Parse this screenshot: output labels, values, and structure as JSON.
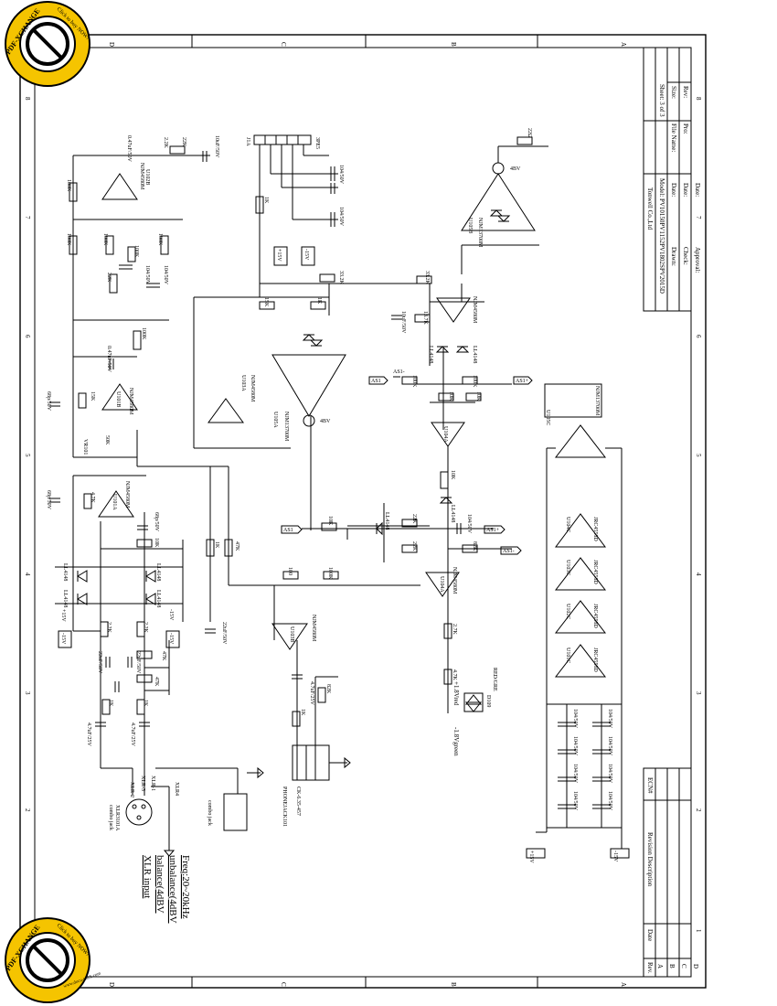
{
  "title_block": {
    "company": "Tonwell Co.,Ltd",
    "model": "Model: PV10150PV1152PV1802SPV2015D",
    "sheet": "Sheet: 3 of 3",
    "file_name": "File Name:",
    "drawn": "Drawn:",
    "checked": "Check:",
    "approval": "Approval:",
    "date1": "Date:",
    "date2": "Date:",
    "date3": "Date:",
    "pro": "Pro:",
    "size": "Size:",
    "rev": "Rev:"
  },
  "revision_table": {
    "rev": "Rev.",
    "date": "Date",
    "desc": "Revision Description",
    "ecn": "ECN#",
    "rows": [
      "A",
      "B",
      "C",
      "D"
    ]
  },
  "grid": {
    "letters": [
      "D",
      "C",
      "B",
      "A"
    ],
    "numbers": [
      "1",
      "2",
      "3",
      "4",
      "5",
      "6",
      "7",
      "8"
    ]
  },
  "input_note": {
    "line1": "XLR input",
    "line2": "balance(4dBV",
    "line3": "unbalance(4dBV",
    "line4": "Freq:20~20kHz"
  },
  "watermark": {
    "text1": "PDF-XCHANGE",
    "text2": "Click to buy NOW!",
    "text3": "www.docu-track.com"
  },
  "labels": {
    "xlr_jack": "combo jack",
    "xlr_part": "XLR3101A",
    "xlr1": "XLR-2",
    "xlr2": "XLR-3",
    "xlr3": "XLR-1",
    "xlr4": "XLR4",
    "phonejack": "PHONEJACK101",
    "phone2": "CK-6.35-457",
    "u101a": "U101A",
    "u101b": "U101B",
    "u102a": "U102A",
    "u102b": "U102B",
    "u103a": "U103A",
    "u103b": "U103B",
    "u104a": "U104A",
    "u104b": "U104B",
    "u105a": "U105A",
    "u105b": "U105B",
    "u105c": "U105C",
    "u101c": "U101C",
    "u102c": "U102C",
    "u103c": "U103C",
    "u104c": "U104C",
    "njm": "NJM4580M",
    "njm13700": "NJM13700M",
    "jrc": "JRC4558D",
    "j1a": "J1A",
    "j1a_part": "3PE5",
    "as1": "AS1",
    "as1b": "AS1+",
    "as1c": "AS1-",
    "p15v": "+15V",
    "m15v": "-15V",
    "led_g": "-1.8Vgreen",
    "led_r": "+1.8Vred",
    "d109": "D109",
    "d109_part": "RED/GRE",
    "vr101": "VR101",
    "vr101_val": "50K",
    "ln4148": "LL4148",
    "vbias": "4BV",
    "c_val1": "0.47uF/50V",
    "c_val2": "10uF/50V",
    "c_val3": "104/50V",
    "c_val4": "22uF/50V",
    "c_val5": "4.7uF/25V",
    "c_val6": "68p/50V",
    "r_val1": "100K",
    "r_val2": "2.2K",
    "r_val3": "10K",
    "r_val4": "47K",
    "r_val5": "4.7K",
    "r_val6": "1K",
    "r_val7": "33.2K",
    "r_val8": "22K",
    "r_val9": "15K",
    "r_val10": "13.7K",
    "r_val11": "100",
    "r_val12": "2.7K",
    "r_val13": "82K",
    "r_val14": "22Ω"
  }
}
